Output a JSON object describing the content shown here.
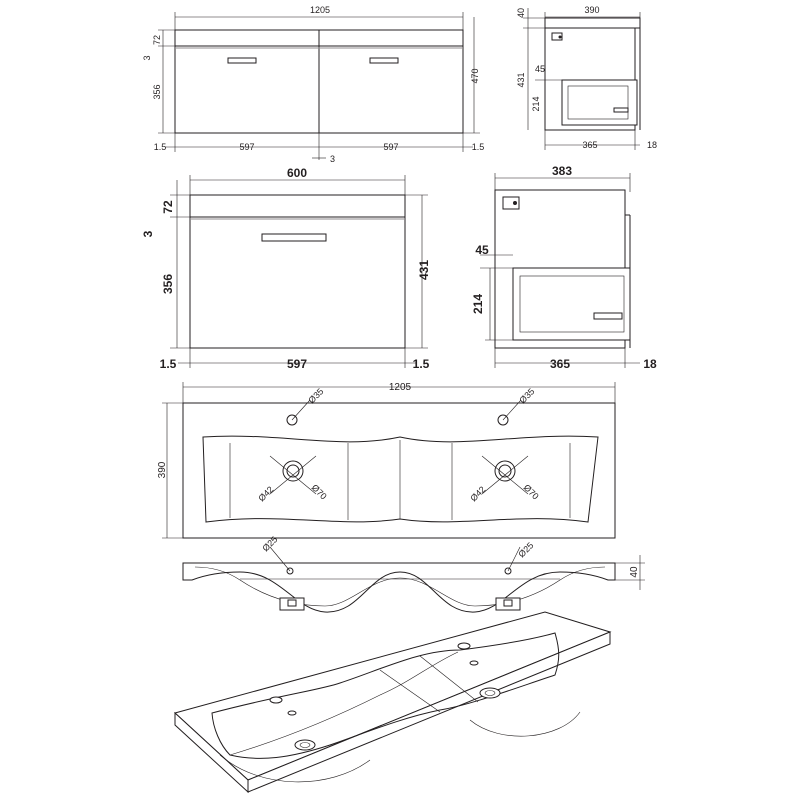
{
  "top_front": {
    "width": "1205",
    "left_gap": "1.5",
    "right_gap": "1.5",
    "drawer_left": "597",
    "drawer_right": "597",
    "center_gap": "3",
    "top_rail": "72",
    "small_gap": "3",
    "drawer_height": "356",
    "overall_height": "470"
  },
  "top_side": {
    "depth": "390",
    "worktop": "40",
    "carcass_height": "431",
    "recess": "45",
    "drawer_h": "214",
    "body_depth": "365",
    "front": "18"
  },
  "mid_front": {
    "width": "600",
    "top_rail": "72",
    "small_gap": "3",
    "drawer_height": "356",
    "overall_height": "431",
    "left_gap": "1.5",
    "drawer_width": "597",
    "right_gap": "1.5"
  },
  "mid_side": {
    "depth": "383",
    "recess": "45",
    "drawer_h": "214",
    "body_depth": "365",
    "front": "18"
  },
  "basin_plan": {
    "width": "1205",
    "depth": "390",
    "tap_hole_left": "Ø35",
    "tap_hole_right": "Ø35",
    "waste_left_inner": "Ø42",
    "waste_left_outer": "Ø70",
    "waste_right_inner": "Ø42",
    "waste_right_outer": "Ø70"
  },
  "basin_section": {
    "overflow_left": "Ø25",
    "overflow_right": "Ø25",
    "thickness": "40"
  }
}
